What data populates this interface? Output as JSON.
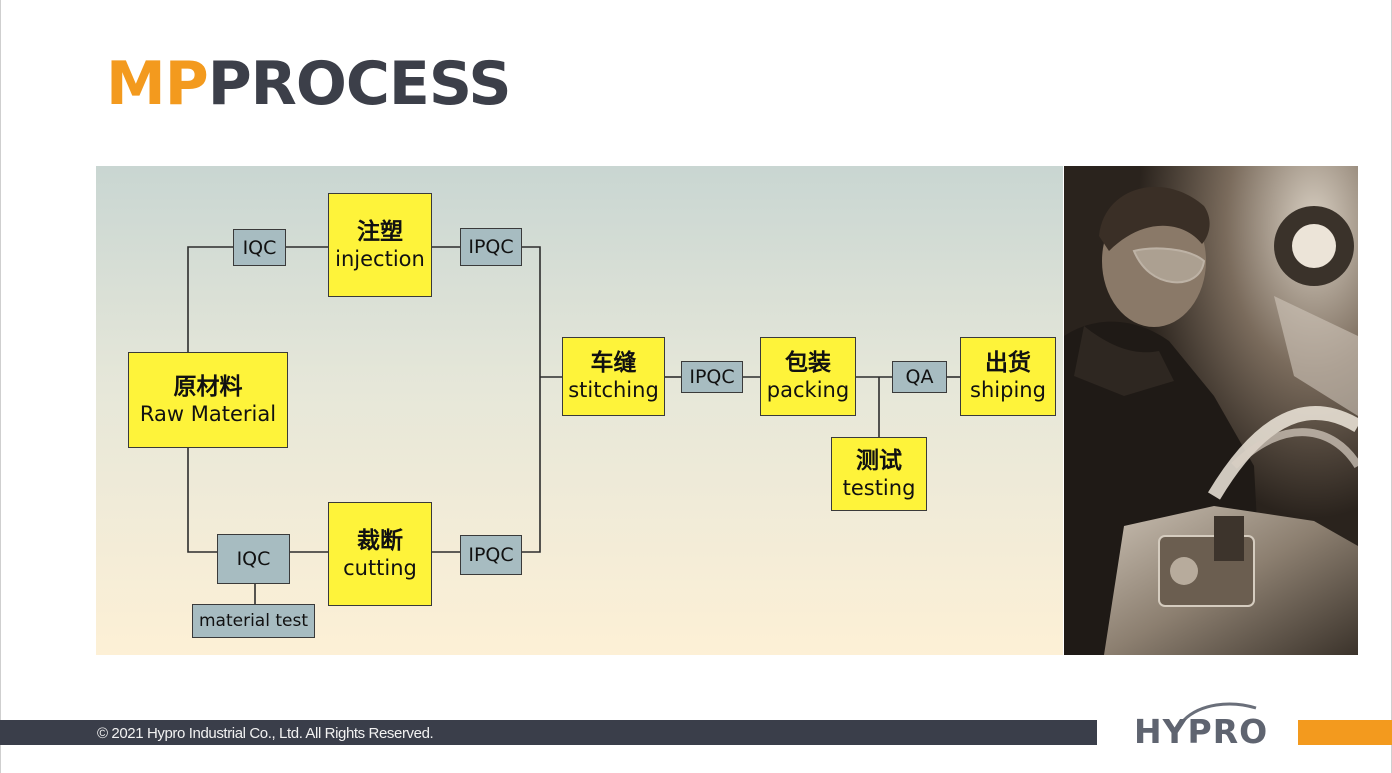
{
  "title": {
    "part1": "MP",
    "part2": "PROCESS",
    "part1_color": "#f39a1e",
    "part2_color": "#3c3f49"
  },
  "diagram": {
    "raw_material": {
      "zh": "原材料",
      "en": "Raw Material"
    },
    "iqc_top": "IQC",
    "iqc_bottom": "IQC",
    "injection": {
      "zh": "注塑",
      "en": "injection"
    },
    "cutting": {
      "zh": "裁断",
      "en": "cutting"
    },
    "ipqc_top": "IPQC",
    "ipqc_bottom": "IPQC",
    "material_test": "material test",
    "stitching": {
      "zh": "车缝",
      "en": "stitching"
    },
    "ipqc_mid": "IPQC",
    "packing": {
      "zh": "包装",
      "en": "packing"
    },
    "qa": "QA",
    "testing": {
      "zh": "测试",
      "en": "testing"
    },
    "shiping": {
      "zh": "出货",
      "en": "shiping"
    },
    "colors": {
      "step": "#fef33a",
      "check": "#a7bcc1"
    }
  },
  "footer": {
    "copyright": "© 2021 Hypro Industrial Co., Ltd. All Rights Reserved.",
    "logo": "HYPRO",
    "accent": "#f39a1e"
  }
}
